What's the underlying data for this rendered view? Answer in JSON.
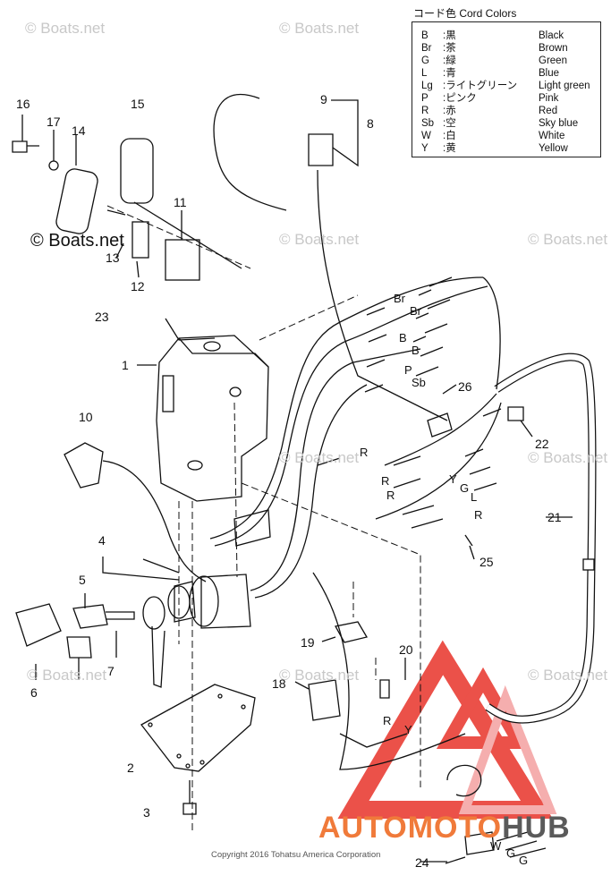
{
  "legend": {
    "title": "コード色 Cord Colors",
    "rows": [
      {
        "code": "B",
        "jp": ":黒",
        "en": "Black"
      },
      {
        "code": "Br",
        "jp": ":茶",
        "en": "Brown"
      },
      {
        "code": "G",
        "jp": ":緑",
        "en": "Green"
      },
      {
        "code": "L",
        "jp": ":青",
        "en": "Blue"
      },
      {
        "code": "Lg",
        "jp": ":ライトグリーン",
        "en": "Light green"
      },
      {
        "code": "P",
        "jp": ":ピンク",
        "en": "Pink"
      },
      {
        "code": "R",
        "jp": ":赤",
        "en": "Red"
      },
      {
        "code": "Sb",
        "jp": ":空",
        "en": "Sky blue"
      },
      {
        "code": "W",
        "jp": ":白",
        "en": "White"
      },
      {
        "code": "Y",
        "jp": ":黄",
        "en": "Yellow"
      }
    ]
  },
  "callouts": [
    "1",
    "2",
    "3",
    "4",
    "5",
    "6",
    "7",
    "8",
    "9",
    "10",
    "11",
    "12",
    "13",
    "14",
    "15",
    "16",
    "17",
    "18",
    "19",
    "20",
    "21",
    "22",
    "23",
    "24",
    "25",
    "26"
  ],
  "wire_labels": [
    "Br",
    "Br",
    "B",
    "B",
    "P",
    "Sb",
    "R",
    "R",
    "R",
    "Y",
    "G",
    "L",
    "R",
    "R",
    "Y",
    "W",
    "G",
    "G"
  ],
  "watermarks": {
    "repeat": "© Boats.net",
    "main": "© Boats.net"
  },
  "copyright": "Copyright 2016 Tohatsu America Corporation",
  "brand": {
    "part1": "AUTOMOTO",
    "part2": "HUB"
  },
  "colors": {
    "brand_orange": "#f07a3a",
    "brand_red": "#e8332a",
    "brand_gray": "#5a5a5a",
    "line": "#111111"
  }
}
